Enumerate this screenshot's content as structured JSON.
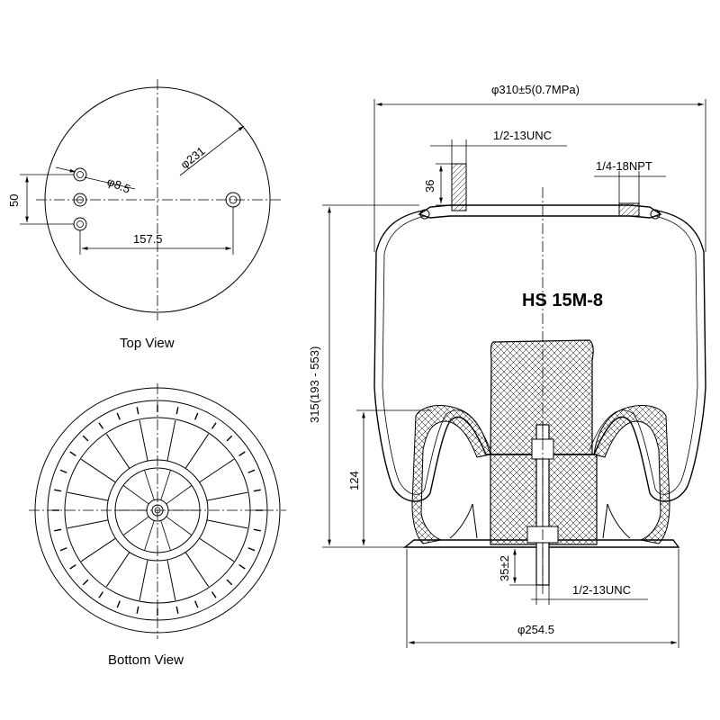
{
  "views": {
    "top_label": "Top View",
    "bottom_label": "Bottom View"
  },
  "model": "HS 15M-8",
  "top_view_dims": {
    "hole_dia": "φ8.5",
    "bolt_circle": "φ231",
    "spacing_vertical": "50",
    "spacing_horizontal": "157.5"
  },
  "side_view_dims": {
    "max_diameter": "φ310±5(0.7MPa)",
    "top_thread": "1/2-13UNC",
    "air_fitting": "1/4-18NPT",
    "stud_height": "36",
    "design_height": "315(193 - 553)",
    "piston_height": "124",
    "bottom_stud": "35±2",
    "bottom_thread": "1/2-13UNC",
    "piston_diameter": "φ254.5"
  }
}
